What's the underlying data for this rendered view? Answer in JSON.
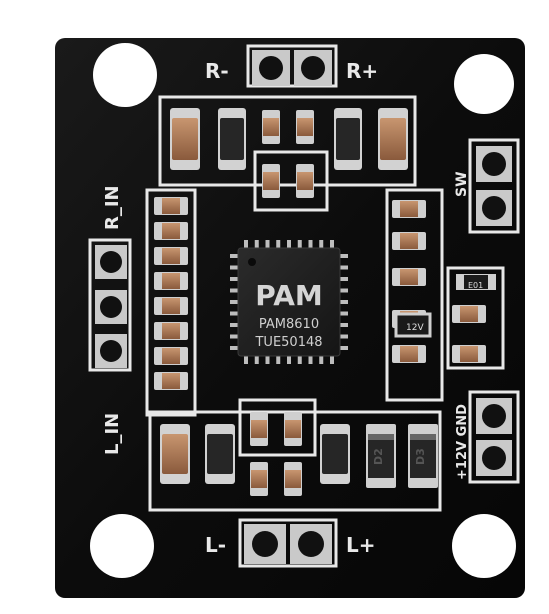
{
  "board": {
    "chip": {
      "logo": "PAM",
      "model": "PAM8610",
      "code": "TUE50148"
    },
    "labels": {
      "r_minus": "R-",
      "r_plus": "R+",
      "l_minus": "L-",
      "l_plus": "L+",
      "r_in": "R_IN",
      "l_in": "L_IN",
      "sw": "SW",
      "power": "+12V GND",
      "d2": "D2",
      "d3": "D3",
      "ic_mark": "12V",
      "small_mark": "E01"
    },
    "colors": {
      "pcb": "#0b0b0b",
      "silkscreen": "#e8e8e8",
      "pad": "#b9b9b9",
      "capacitor": "#b9835a",
      "chip": "#1c1c1c"
    }
  }
}
